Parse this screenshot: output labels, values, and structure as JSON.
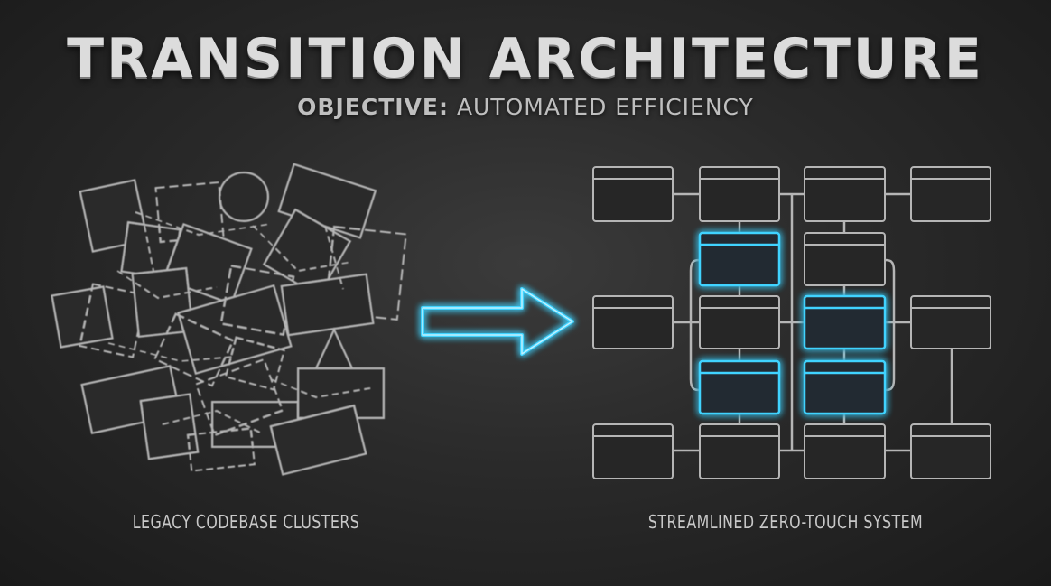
{
  "header": {
    "title": "TRANSITION ARCHITECTURE",
    "objective_label": "OBJECTIVE:",
    "objective_value": "AUTOMATED EFFICIENCY"
  },
  "left_panel": {
    "caption": "LEGACY CODEBASE CLUSTERS"
  },
  "right_panel": {
    "caption": "STREAMLINED ZERO-TOUCH SYSTEM"
  },
  "colors": {
    "background": "#2a2a2a",
    "outline": "#bdbdbd",
    "box_fill": "#262626",
    "accent_glow": "#3fd3ff"
  },
  "arrow": {
    "icon": "right-arrow-icon",
    "direction": "right"
  }
}
